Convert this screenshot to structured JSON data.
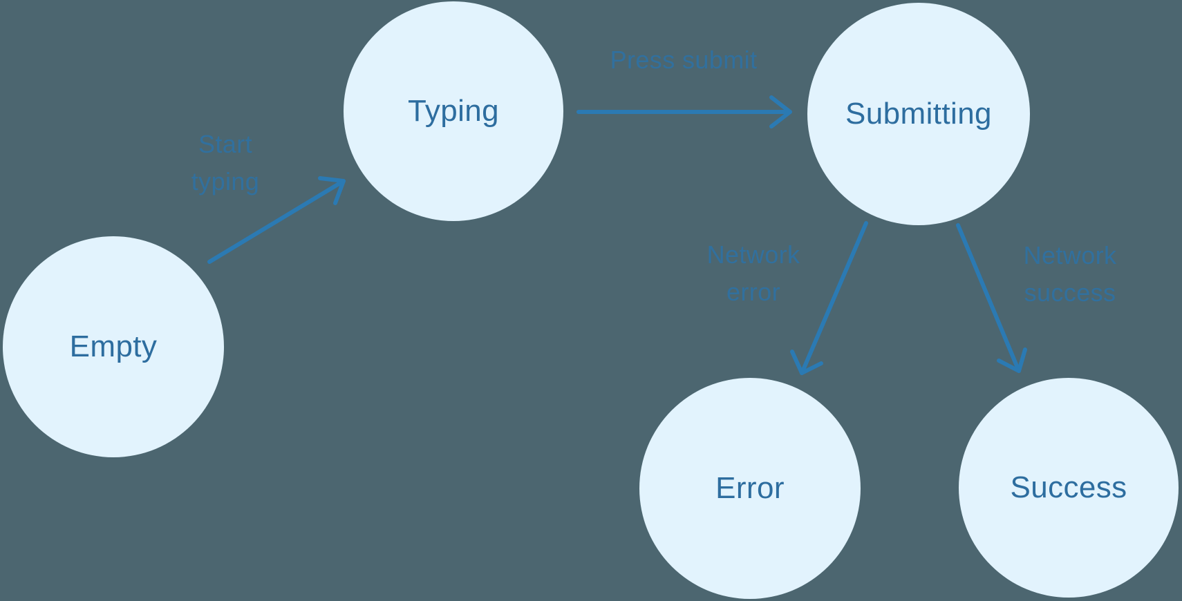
{
  "diagram": {
    "type": "state-machine",
    "colors": {
      "background": "#4c6670",
      "node_fill": "#e2f3fd",
      "node_text": "#2d6d9f",
      "arrow": "#2b7ab3",
      "edge_label": "#31709e"
    },
    "nodes": [
      {
        "id": "empty",
        "label": "Empty"
      },
      {
        "id": "typing",
        "label": "Typing"
      },
      {
        "id": "submitting",
        "label": "Submitting"
      },
      {
        "id": "error",
        "label": "Error"
      },
      {
        "id": "success",
        "label": "Success"
      }
    ],
    "edges": [
      {
        "from": "empty",
        "to": "typing",
        "label_lines": [
          "Start",
          "typing"
        ]
      },
      {
        "from": "typing",
        "to": "submitting",
        "label_lines": [
          "Press submit"
        ]
      },
      {
        "from": "submitting",
        "to": "error",
        "label_lines": [
          "Network",
          "error"
        ]
      },
      {
        "from": "submitting",
        "to": "success",
        "label_lines": [
          "Network",
          "success"
        ]
      }
    ]
  }
}
